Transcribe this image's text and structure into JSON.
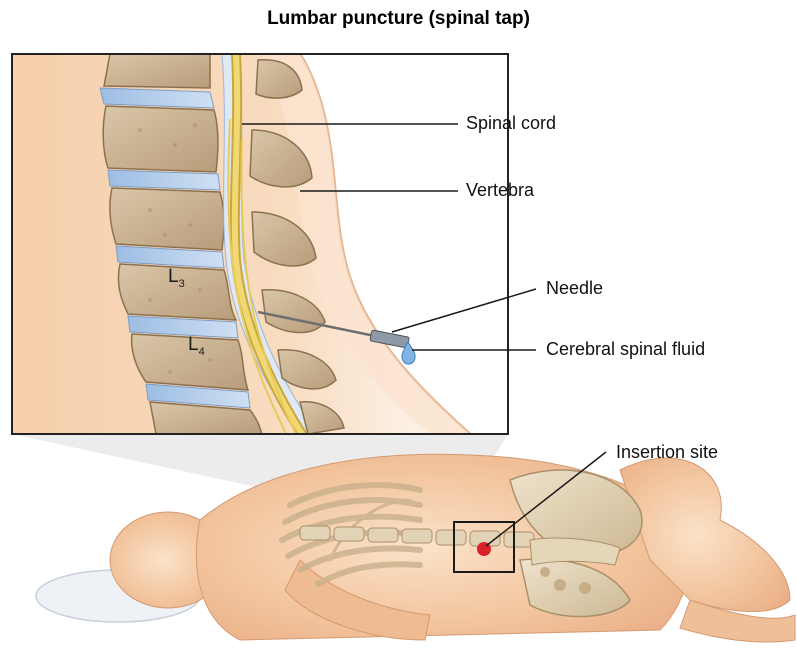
{
  "title": "Lumbar puncture (spinal tap)",
  "labels": {
    "spinal_cord": "Spinal cord",
    "vertebra": "Vertebra",
    "needle": "Needle",
    "csf": "Cerebral spinal fluid",
    "insertion_site": "Insertion site"
  },
  "vertebra_labels": {
    "l3_letter": "L",
    "l3_sub": "3",
    "l4_letter": "L",
    "l4_sub": "4"
  },
  "colors": {
    "bone": "#cdb89a",
    "disc": "#a9c4e4",
    "spinal_cord": "#e0c45a",
    "skin": "#f3c7a0",
    "insertion_mark": "#d8232a"
  }
}
